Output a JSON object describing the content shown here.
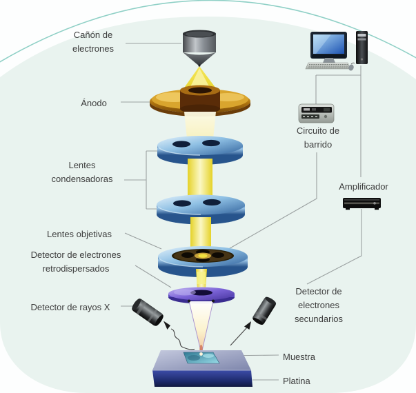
{
  "labels": {
    "electron_gun": "Cañón de\nelectrones",
    "anode": "Ánodo",
    "condenser_lenses": "Lentes\ncondensadoras",
    "objective_lenses": "Lentes objetivas",
    "bse_detector": "Detector de electrones\nretrodispersados",
    "xray_detector": "Detector de rayos X",
    "secondary_detector": "Detector de\nelectrones\nsecundarios",
    "sample": "Muestra",
    "stage": "Platina",
    "scan_circuit": "Circuito de\nbarrido",
    "amplifier": "Amplificador"
  },
  "colors": {
    "beam_yellow": "#e9d52f",
    "lens_blue": "#4a7fb5",
    "anode_gold": "#c08a1a",
    "bse_purple": "#6a55cc",
    "stage_blue": "#2c3e8f",
    "sample_teal": "#4a9ab0",
    "background_green": "#e9f3ef",
    "arc_teal": "#8fd0c6",
    "label_text": "#3c3c3c"
  }
}
